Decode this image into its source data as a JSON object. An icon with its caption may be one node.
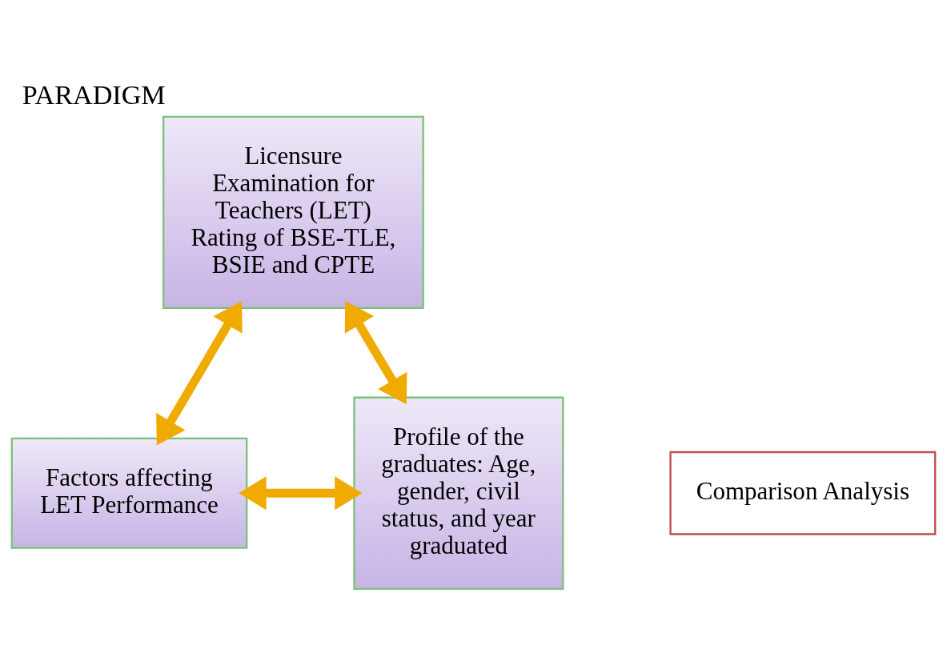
{
  "diagram": {
    "title": "PARADIGM",
    "nodes": [
      {
        "text": [
          "Licensure Examination for Teachers (LET) Rating of BSE-TLE, BSIE and CPTE"
        ]
      },
      {
        "text": [
          "Comparison Analysis"
        ]
      },
      {
        "text": [
          "Factors affecting LET Performance"
        ]
      },
      {
        "text": [
          "Profile of the graduates: Age, gender, civil status, and year graduated"
        ]
      }
    ],
    "edges": [
      {
        "from": 0,
        "to": 2,
        "arrow": "both"
      },
      {
        "from": 0,
        "to": 3,
        "arrow": "both"
      },
      {
        "from": 2,
        "to": 3,
        "arrow": "both"
      }
    ]
  }
}
